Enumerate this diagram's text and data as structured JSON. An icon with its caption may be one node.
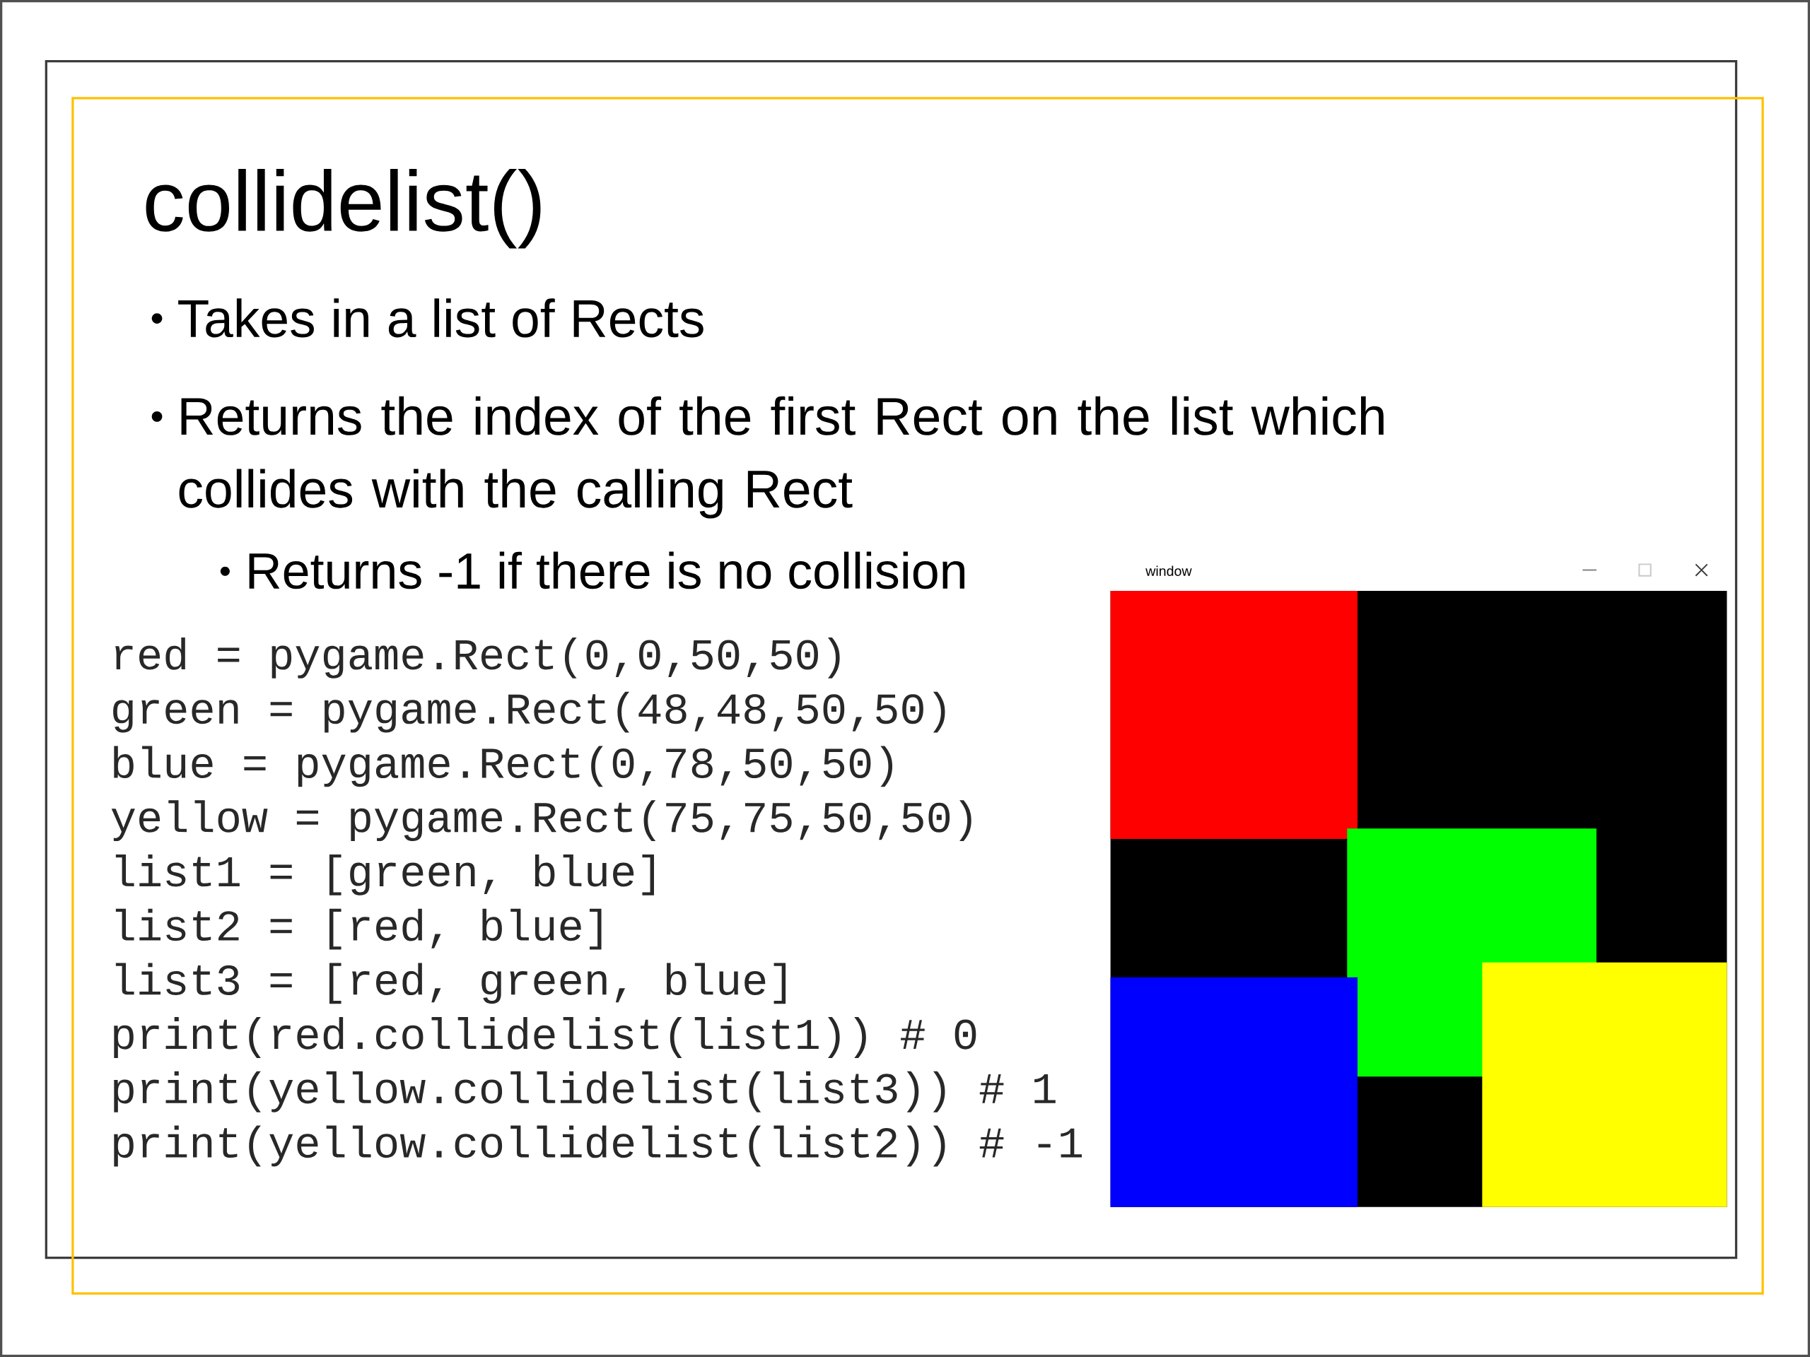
{
  "diagram": {
    "title": "collidelist()",
    "labels": [
      "Takes in a list of Rects",
      "Returns the index of the first Rect on the list which collides with the calling Rect",
      "Returns -1 if there is no collision",
      "red = pygame.Rect(0,0,50,50)",
      "green = pygame.Rect(48,48,50,50)",
      "blue = pygame.Rect(0,78,50,50)",
      "yellow = pygame.Rect(75,75,50,50)",
      "list1 = [green, blue]",
      "list2 = [red, blue]",
      "list3 = [red, green, blue]",
      "print(red.collidelist(list1)) # 0",
      "print(yellow.collidelist(list3)) # 1",
      "print(yellow.collidelist(list2)) # -1",
      "window"
    ]
  }
}
